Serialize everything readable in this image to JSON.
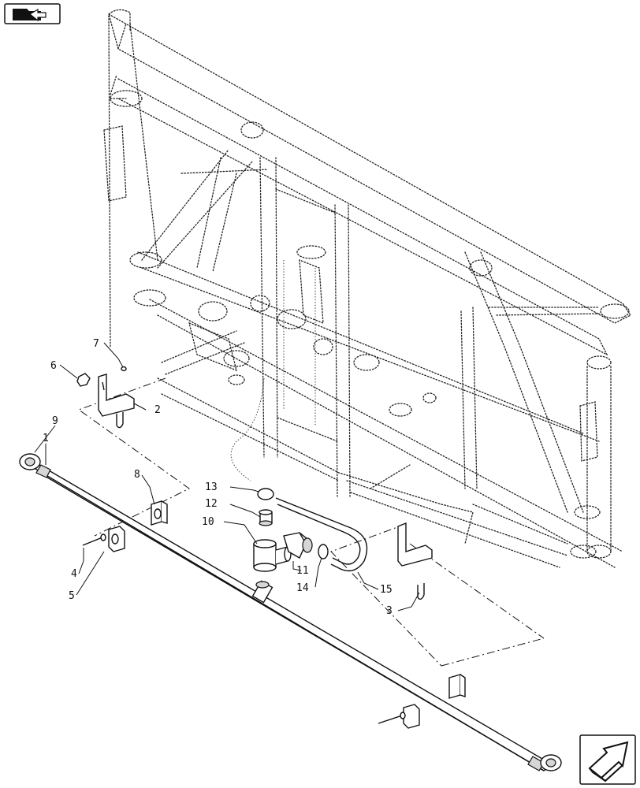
{
  "nav": {
    "back_icon": "arrow-in-folder-icon",
    "next_icon": "next-page-arrow-icon"
  },
  "callouts": [
    {
      "id": "1",
      "label": "1"
    },
    {
      "id": "2",
      "label": "2"
    },
    {
      "id": "3",
      "label": "3"
    },
    {
      "id": "4",
      "label": "4"
    },
    {
      "id": "5",
      "label": "5"
    },
    {
      "id": "6",
      "label": "6"
    },
    {
      "id": "7",
      "label": "7"
    },
    {
      "id": "8",
      "label": "8"
    },
    {
      "id": "9",
      "label": "9"
    },
    {
      "id": "10",
      "label": "10"
    },
    {
      "id": "11",
      "label": "11"
    },
    {
      "id": "12",
      "label": "12"
    },
    {
      "id": "13",
      "label": "13"
    },
    {
      "id": "14",
      "label": "14"
    },
    {
      "id": "15",
      "label": "15"
    }
  ]
}
